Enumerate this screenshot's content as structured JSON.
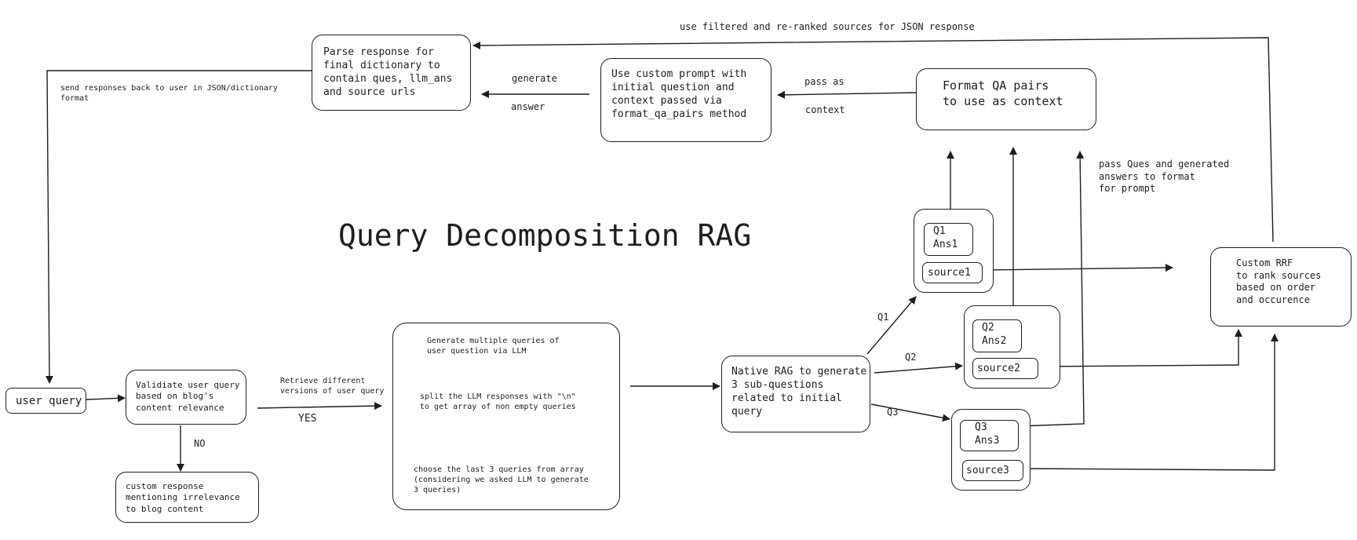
{
  "title": "Query Decomposition RAG",
  "nodes": {
    "user_query": "user query",
    "validate": "Validiate user query\nbased on blog's\ncontent relevance",
    "custom_response": "custom response\nmentioning irrelevance\nto blog content",
    "multi_query": {
      "step1": "Generate multiple queries of\nuser question via LLM",
      "step2": "split the LLM responses with \"\\n\"\nto get array of non empty queries",
      "step3": "choose the last 3 queries from array\n(considering we asked LLM to generate\n3 queries)"
    },
    "native_rag": "Native RAG to generate\n3 sub-questions\nrelated to initial\nquery",
    "q1_group": {
      "qa": "Q1\nAns1",
      "source": "source1"
    },
    "q2_group": {
      "qa": "Q2\nAns2",
      "source": "source2"
    },
    "q3_group": {
      "qa": "Q3\nAns3",
      "source": "source3"
    },
    "format_qa": "Format QA pairs\nto use as context",
    "custom_prompt": "Use custom prompt with\ninitial question and\ncontext passed via\nformat_qa_pairs method",
    "parse_response": "Parse response for\nfinal dictionary to\ncontain ques, llm_ans\nand source urls",
    "rrf": "Custom RRF\nto rank sources\nbased on order\nand occurence"
  },
  "labels": {
    "no": "NO",
    "yes": "YES",
    "retrieve": "Retrieve different\nversions of user query",
    "q1": "Q1",
    "q2": "Q2",
    "q3": "Q3",
    "pass_ques": "pass Ques and generated\nanswers to format\nfor prompt",
    "pass_as": "pass as",
    "context": "context",
    "generate": "generate",
    "answer": "answer",
    "use_filtered": "use filtered and re-ranked sources for JSON response",
    "send_responses": "send responses back to user in JSON/dictionary\nformat"
  },
  "colors": {
    "stroke": "#1e1e1e",
    "background": "#ffffff"
  }
}
